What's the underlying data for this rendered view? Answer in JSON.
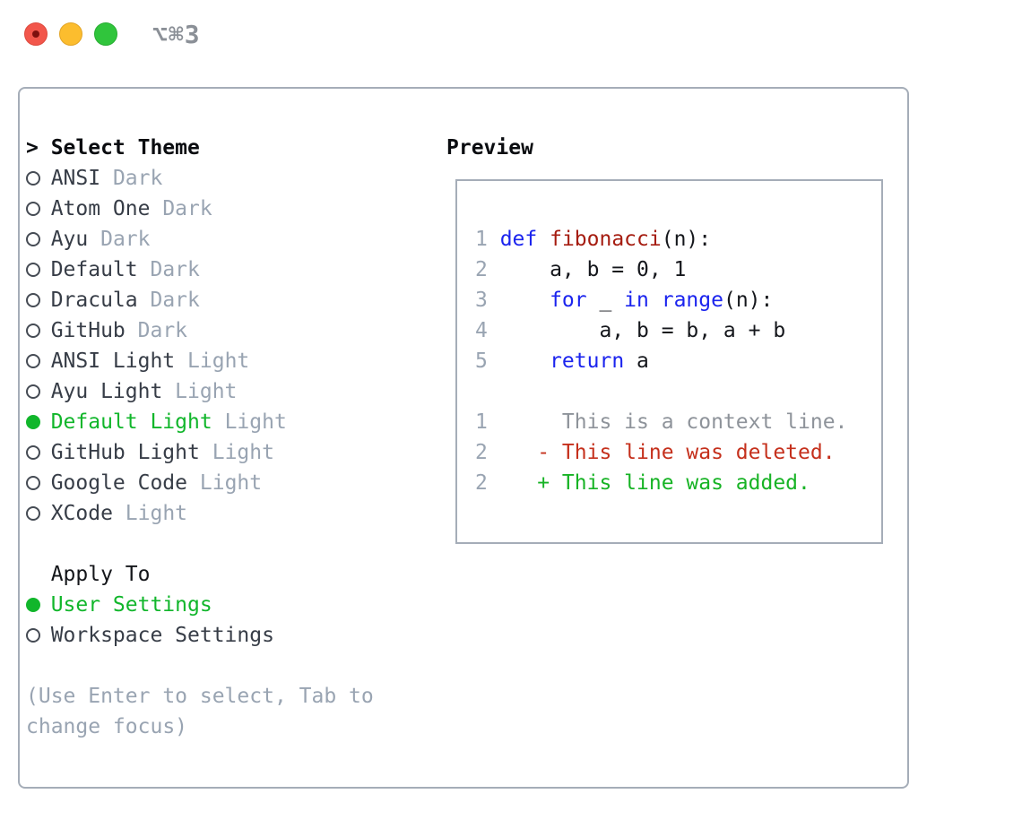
{
  "window": {
    "shortcut_label": "⌥⌘3"
  },
  "colors": {
    "selected_green": "#11b62b",
    "keyword_blue": "#1b24ee",
    "function_red": "#a51c10",
    "deleted_red": "#c5301c",
    "added_green": "#17b325",
    "muted_gray": "#99a4b2",
    "panel_border": "#a5adb8",
    "traffic_red": "#f2564b",
    "traffic_yellow": "#fcbd2e",
    "traffic_green": "#30c53c"
  },
  "theme_picker": {
    "prompt_marker": ">",
    "prompt_label": "Select Theme",
    "items": [
      {
        "name": "ANSI",
        "variant": "Dark",
        "selected": false
      },
      {
        "name": "Atom One",
        "variant": "Dark",
        "selected": false
      },
      {
        "name": "Ayu",
        "variant": "Dark",
        "selected": false
      },
      {
        "name": "Default",
        "variant": "Dark",
        "selected": false
      },
      {
        "name": "Dracula",
        "variant": "Dark",
        "selected": false
      },
      {
        "name": "GitHub",
        "variant": "Dark",
        "selected": false
      },
      {
        "name": "ANSI Light",
        "variant": "Light",
        "selected": false
      },
      {
        "name": "Ayu Light",
        "variant": "Light",
        "selected": false
      },
      {
        "name": "Default Light",
        "variant": "Light",
        "selected": true
      },
      {
        "name": "GitHub Light",
        "variant": "Light",
        "selected": false
      },
      {
        "name": "Google Code",
        "variant": "Light",
        "selected": false
      },
      {
        "name": "XCode",
        "variant": "Light",
        "selected": false
      }
    ],
    "apply_to": {
      "label": "Apply To",
      "options": [
        {
          "name": "User Settings",
          "selected": true
        },
        {
          "name": "Workspace Settings",
          "selected": false
        }
      ]
    },
    "help_lines": [
      "(Use Enter to select, Tab to",
      "change focus)"
    ]
  },
  "preview": {
    "title": "Preview",
    "lines": [
      {
        "num": "1",
        "segments": [
          {
            "text": "def",
            "style": "kw"
          },
          {
            "text": " ",
            "style": "plain"
          },
          {
            "text": "fibonacci",
            "style": "fn"
          },
          {
            "text": "(n):",
            "style": "plain"
          }
        ]
      },
      {
        "num": "2",
        "segments": [
          {
            "text": "    a, b = 0, 1",
            "style": "plain"
          }
        ]
      },
      {
        "num": "3",
        "segments": [
          {
            "text": "    ",
            "style": "plain"
          },
          {
            "text": "for",
            "style": "kw"
          },
          {
            "text": " _ ",
            "style": "plain"
          },
          {
            "text": "in",
            "style": "kw"
          },
          {
            "text": " ",
            "style": "plain"
          },
          {
            "text": "range",
            "style": "kw"
          },
          {
            "text": "(n):",
            "style": "plain"
          }
        ]
      },
      {
        "num": "4",
        "segments": [
          {
            "text": "        a, b = b, a + b",
            "style": "plain"
          }
        ]
      },
      {
        "num": "5",
        "segments": [
          {
            "text": "    ",
            "style": "plain"
          },
          {
            "text": "return",
            "style": "kw"
          },
          {
            "text": " a",
            "style": "plain"
          }
        ]
      },
      {
        "num": "",
        "segments": []
      },
      {
        "num": "1",
        "segments": [
          {
            "text": "     This is a context line.",
            "style": "context"
          }
        ]
      },
      {
        "num": "2",
        "segments": [
          {
            "text": "   - This line was deleted.",
            "style": "deleted"
          }
        ]
      },
      {
        "num": "2",
        "segments": [
          {
            "text": "   + This line was added.",
            "style": "added"
          }
        ]
      }
    ]
  }
}
